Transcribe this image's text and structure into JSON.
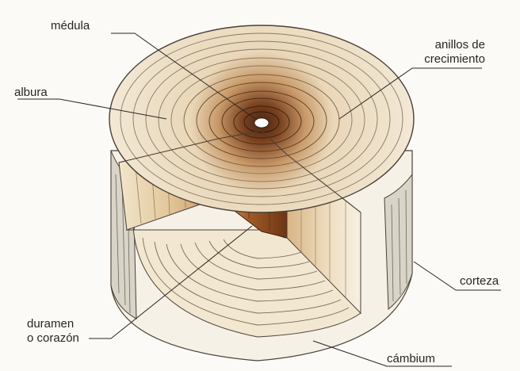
{
  "labels": {
    "medula": "médula",
    "anillos_line1": "anillos de",
    "anillos_line2": "crecimiento",
    "albura": "albura",
    "corteza": "corteza",
    "duramen_line1": "duramen",
    "duramen_line2": "o corazón",
    "cambium": "cámbium"
  },
  "colors": {
    "background": "#fbfaf6",
    "sapwood": "#f1e7d2",
    "heartwood": "#8a4a22",
    "heartwood_light": "#b47a45",
    "pith": "#ffffff",
    "bark": "#d9d6cf",
    "ring_line": "#7b6a55",
    "leader_line": "#2a2622"
  }
}
